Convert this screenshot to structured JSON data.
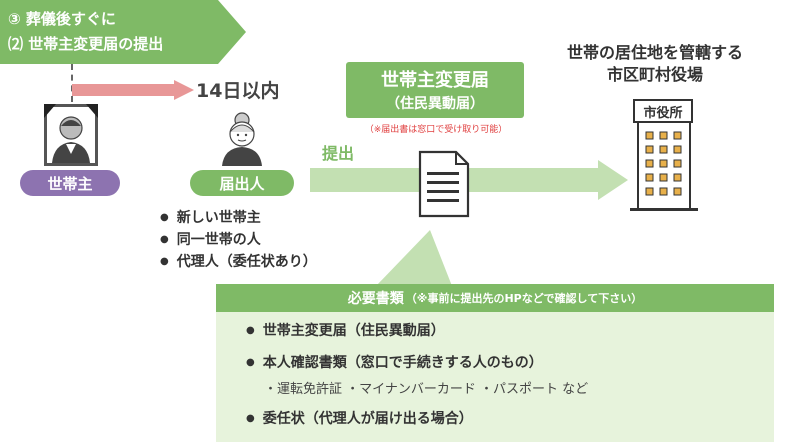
{
  "step": {
    "line1": "③ 葬儀後すぐに",
    "line2": "⑵ 世帯主変更届の提出"
  },
  "deadline": "14日以内",
  "roles": {
    "head": "世帯主",
    "notifier": "届出人"
  },
  "notifier_list": [
    "新しい世帯主",
    "同一世帯の人",
    "代理人（委任状あり）"
  ],
  "submit_label": "提出",
  "form": {
    "title": "世帯主変更届",
    "subtitle": "（住民異動届）",
    "note": "（※届出書は窓口で受け取り可能）"
  },
  "office": {
    "title_line1": "世帯の居住地を管轄する",
    "title_line2": "市区町村役場",
    "sign": "市役所"
  },
  "requirements": {
    "header": "必要書類",
    "header_note": "（※事前に提出先のHPなどで確認して下さい）",
    "items": [
      {
        "label": "世帯主変更届（住民異動届）"
      },
      {
        "label": "本人確認書類（窓口で手続きする人のもの）",
        "sub": "・運転免許証 ・マイナンバーカード ・パスポート など"
      },
      {
        "label": "委任状（代理人が届け出る場合）"
      }
    ]
  },
  "colors": {
    "green": "#7fba66",
    "light_green": "#e7f3dc",
    "purple": "#8d73b0",
    "pink": "#e89797",
    "note_red": "#e04040"
  }
}
